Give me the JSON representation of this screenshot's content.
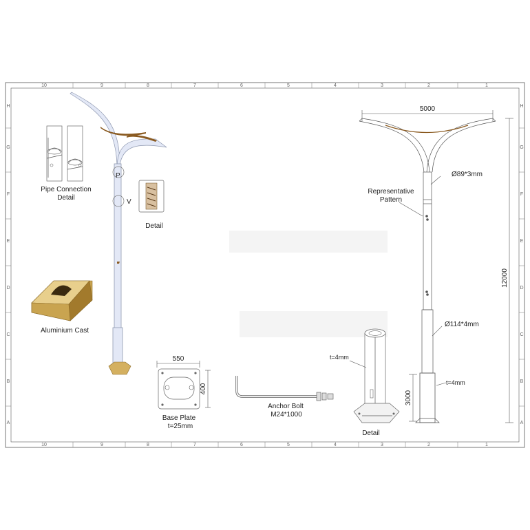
{
  "zones": {
    "columns": [
      "10",
      "9",
      "8",
      "7",
      "6",
      "5",
      "4",
      "3",
      "2",
      "1"
    ],
    "rows": [
      "H",
      "G",
      "F",
      "E",
      "D",
      "C",
      "B",
      "A"
    ]
  },
  "labels": {
    "pipe_connection": [
      "Pipe Connection",
      "Detail"
    ],
    "marker_p": "P",
    "marker_v": "V",
    "detail_small": "Detail",
    "aluminium_cast": "Aluminium Cast",
    "base_plate_width": "550",
    "base_plate_height": "400",
    "base_plate": [
      "Base Plate",
      "t=25mm"
    ],
    "anchor_bolt": [
      "Anchor Bolt",
      "M24*1000"
    ],
    "detail_base_thickness": "t=4mm",
    "detail_base": "Detail",
    "span": "5000",
    "upper_pipe": "Ø89*3mm",
    "representative_pattern": [
      "Representative",
      "Pattern"
    ],
    "height": "12000",
    "lower_pipe": "Ø114*4mm",
    "base_sleeve_thickness": "t=4mm",
    "base_sleeve_height": "3000"
  },
  "colors": {
    "pole_fill": "#e3e8f6",
    "pole_edge": "#8e98b0",
    "lamp_strip": "#8a5a20",
    "cast_top": "#e8cf8c",
    "cast_side": "#c9a450",
    "cast_dark": "#a27a2c",
    "frame": "#555555"
  }
}
